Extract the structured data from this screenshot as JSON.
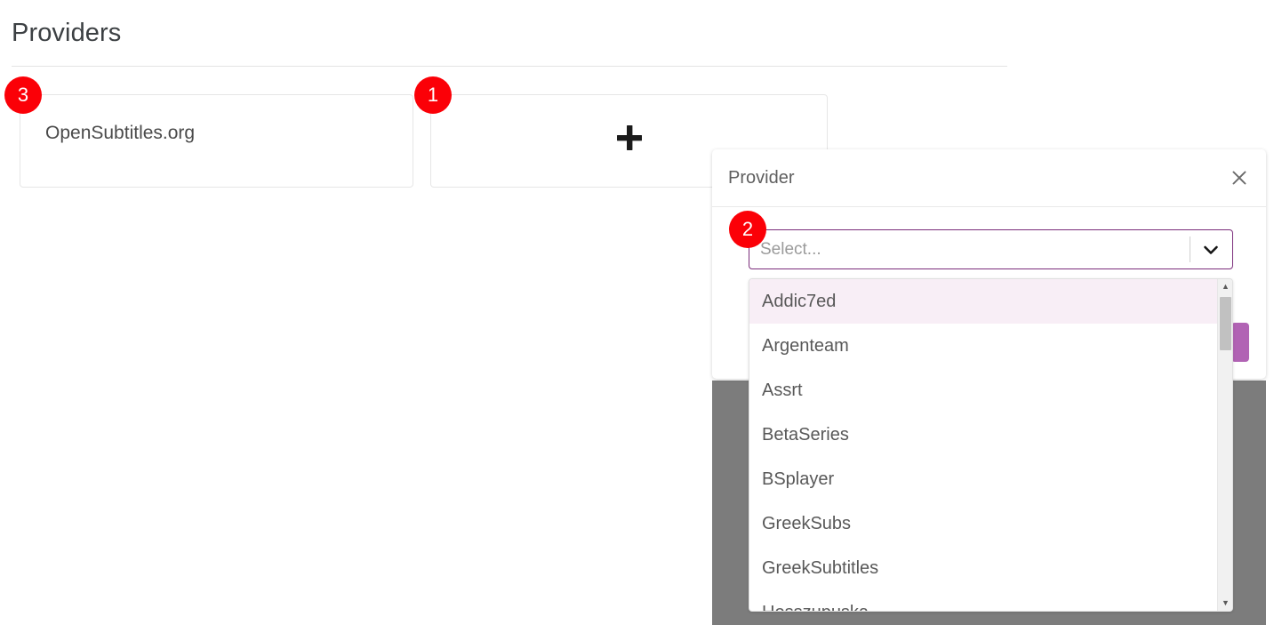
{
  "page": {
    "title": "Providers"
  },
  "cards": [
    {
      "label": "OpenSubtitles.org",
      "name": "provider-card-opensubtitles"
    },
    {
      "label": "",
      "icon": "plus-icon",
      "name": "add-provider-card"
    }
  ],
  "dialog": {
    "title": "Provider",
    "close_icon": "close-icon",
    "select": {
      "placeholder": "Select...",
      "value": "",
      "arrow_icon": "chevron-down-icon",
      "border_color": "#7b2d7b"
    },
    "save_button": {
      "label": "",
      "color": "#b163b4"
    },
    "options": [
      "Addic7ed",
      "Argenteam",
      "Assrt",
      "BetaSeries",
      "BSplayer",
      "GreekSubs",
      "GreekSubtitles",
      "Hosszupuska"
    ],
    "focused_option": "Addic7ed",
    "highlight_color": "#f8eef6"
  },
  "annotations": [
    {
      "label": "1",
      "target": "add-provider-card"
    },
    {
      "label": "2",
      "target": "provider-select"
    },
    {
      "label": "3",
      "target": "provider-card-opensubtitles"
    }
  ],
  "colors": {
    "accent": "#7b2d7b",
    "button": "#b163b4",
    "badge": "#fb0007",
    "backdrop": "#7c7c7c"
  }
}
